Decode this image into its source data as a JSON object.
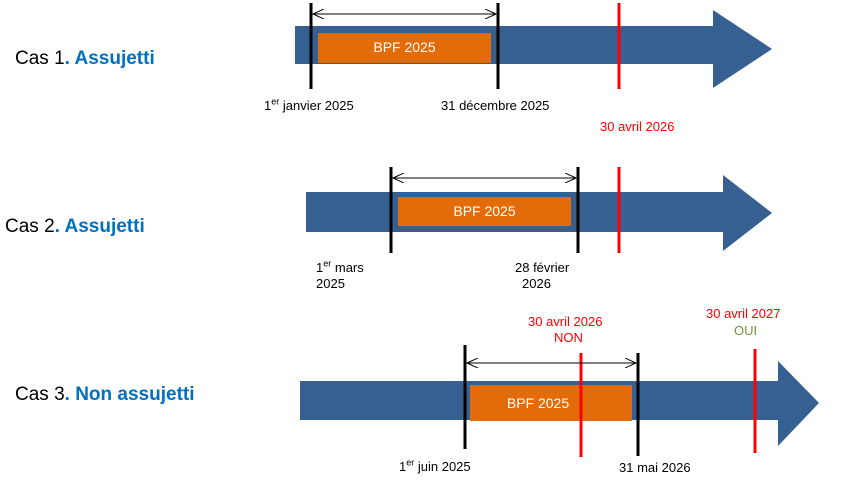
{
  "colors": {
    "timeline": "#366092",
    "bpf": "#E36C0A",
    "deadline": "#ff0000",
    "case_label": "#0070C0",
    "oui": "#76923C"
  },
  "cases": [
    {
      "prefix": "Cas 1",
      "sep": ". ",
      "status": "Assujetti",
      "bpf": "BPF 2025",
      "start": {
        "num": "1",
        "sup": "er",
        "rest": " janvier 2025"
      },
      "end": "31 décembre 2025",
      "deadline": "30 avril 2026"
    },
    {
      "prefix": "Cas 2",
      "sep": ". ",
      "status": "Assujetti",
      "bpf": "BPF 2025",
      "start": {
        "num": "1",
        "sup": "er",
        "rest": " mars",
        "line2": "2025"
      },
      "end": "28 février",
      "end_line2": "2026"
    },
    {
      "prefix": "Cas 3",
      "sep": ". ",
      "status": "Non assujetti",
      "bpf": "BPF 2025",
      "start": {
        "num": "1",
        "sup": "er",
        "rest": " juin 2025"
      },
      "end": "31 mai 2026",
      "deadline1": "30 avril 2026",
      "deadline1_verdict": "NON",
      "deadline2": "30 avril 2027",
      "deadline2_verdict": "OUI"
    }
  ]
}
